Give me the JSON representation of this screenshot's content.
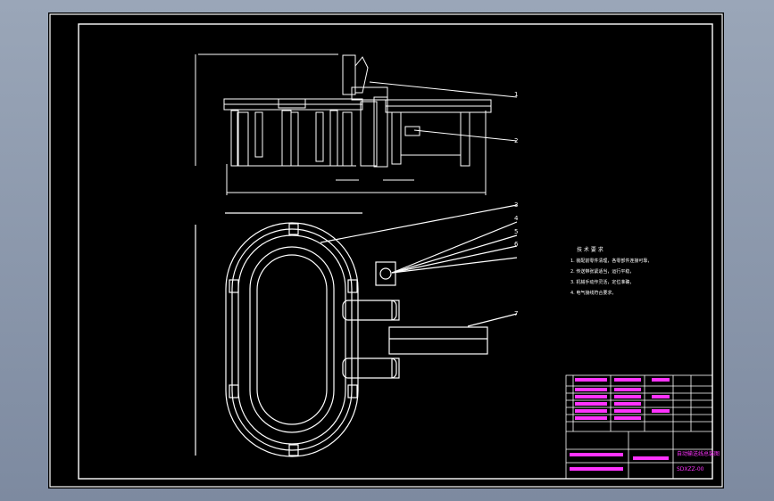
{
  "colors": {
    "background": "#000000",
    "line": "#ffffff",
    "highlight": "#ff33ff",
    "window_frame": "#8794aa"
  },
  "callouts": [
    "1",
    "2",
    "3",
    "4",
    "5",
    "6",
    "7"
  ],
  "notes": {
    "title": "技 术 要 求",
    "items": [
      "1. 装配前零件清理，各零部件连接可靠，",
      "2. 传送带张紧适当，运行平稳，",
      "3. 机械手动作灵活，定位准确，",
      "4. 电气接线符合要求，"
    ]
  },
  "title_block": {
    "drawing_name": "自动输送线总装图",
    "drawing_no": "SDXZZ-00"
  }
}
